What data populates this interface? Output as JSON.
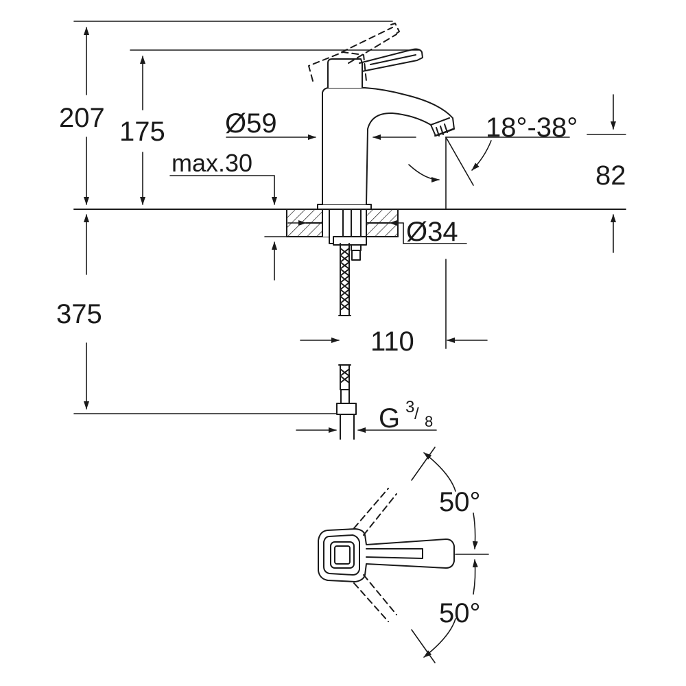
{
  "dimensions": {
    "total_height": "207",
    "lever_height": "175",
    "spout_height": "82",
    "under_counter": "375",
    "projection": "110",
    "body_diameter": "Ø59",
    "hole_diameter": "Ø34",
    "max_thickness": "max.30",
    "spout_angle": "18°-38°",
    "swivel_left": "50°",
    "swivel_right": "50°"
  },
  "connection": {
    "thread_letter": "G",
    "numerator": "3",
    "slash": "/",
    "denominator": "8"
  },
  "colors": {
    "line": "#1a1a1a",
    "hatch": "#1a1a1a",
    "background": "#ffffff"
  }
}
